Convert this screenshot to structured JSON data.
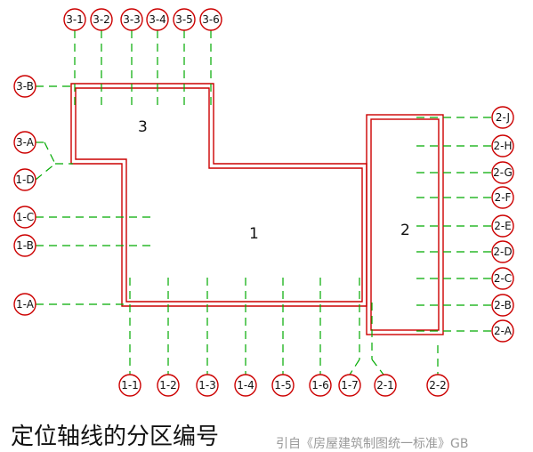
{
  "caption": "定位轴线的分区编号",
  "watermark": "引自《房屋建筑制图统一标准》GB",
  "colors": {
    "wall": "#cc0000",
    "axis": "#00aa00",
    "bubble": "#cc0000",
    "text": "#111111"
  },
  "zones": [
    {
      "id": "zone-3",
      "label": "3"
    },
    {
      "id": "zone-1",
      "label": "1"
    },
    {
      "id": "zone-2",
      "label": "2"
    }
  ],
  "axes": {
    "zone3_top": [
      "3-1",
      "3-2",
      "3-3",
      "3-4",
      "3-5",
      "3-6"
    ],
    "zone3_left": [
      "3-B",
      "3-A"
    ],
    "zone1_left": [
      "1-D",
      "1-C",
      "1-B",
      "1-A"
    ],
    "zone1_bottom": [
      "1-1",
      "1-2",
      "1-3",
      "1-4",
      "1-5",
      "1-6",
      "1-7"
    ],
    "zone2_bottom": [
      "2-1",
      "2-2"
    ],
    "zone2_right": [
      "2-J",
      "2-H",
      "2-G",
      "2-F",
      "2-E",
      "2-D",
      "2-C",
      "2-B",
      "2-A"
    ]
  }
}
